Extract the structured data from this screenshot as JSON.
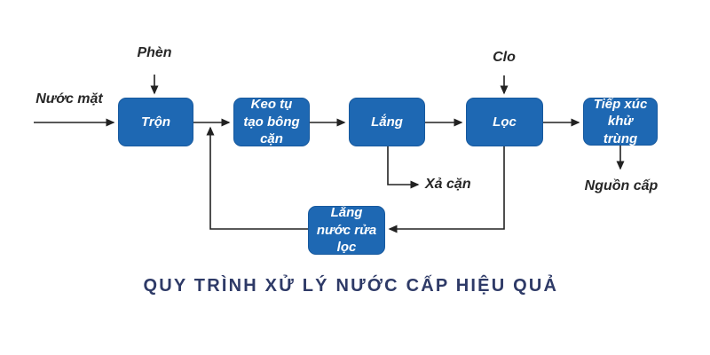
{
  "diagram": {
    "title": "QUY TRÌNH XỬ LÝ NƯỚC CẤP HIỆU QUẢ",
    "colors": {
      "box_fill": "#1e68b3",
      "box_border": "#17599e",
      "box_text": "#ffffff",
      "connector_line": "#222222",
      "outside_label_text": "#272727",
      "title_text": "#2e3a67"
    },
    "nodes": [
      {
        "id": "tron",
        "label": "Trộn"
      },
      {
        "id": "keo-tu-tao-bong-can",
        "label": "Keo tụ tạo bông cặn"
      },
      {
        "id": "lang",
        "label": "Lắng"
      },
      {
        "id": "loc",
        "label": "Lọc"
      },
      {
        "id": "tiep-xuc-khu-trung",
        "label": "Tiếp xúc khử trùng"
      },
      {
        "id": "lang-nuoc-rua-loc",
        "label": "Lắng nước rửa lọc"
      }
    ],
    "labels": [
      {
        "id": "nuoc-mat",
        "text": "Nước mặt"
      },
      {
        "id": "phen",
        "text": "Phèn"
      },
      {
        "id": "clo",
        "text": "Clo"
      },
      {
        "id": "xa-can",
        "text": "Xả cặn"
      },
      {
        "id": "nguon-cap",
        "text": "Nguồn cấp"
      }
    ],
    "flow_edges": [
      "Nước mặt → Trộn",
      "Phèn → Trộn",
      "Trộn → Keo tụ tạo bông cặn",
      "Keo tụ tạo bông cặn → Lắng",
      "Lắng → Lọc",
      "Clo → Lọc",
      "Lọc → Tiếp xúc khử trùng",
      "Tiếp xúc khử trùng → Nguồn cấp",
      "Lắng → Xả cặn",
      "Lọc → Lắng nước rửa lọc",
      "Lắng nước rửa lọc → Trộn/Keo tụ line"
    ]
  }
}
